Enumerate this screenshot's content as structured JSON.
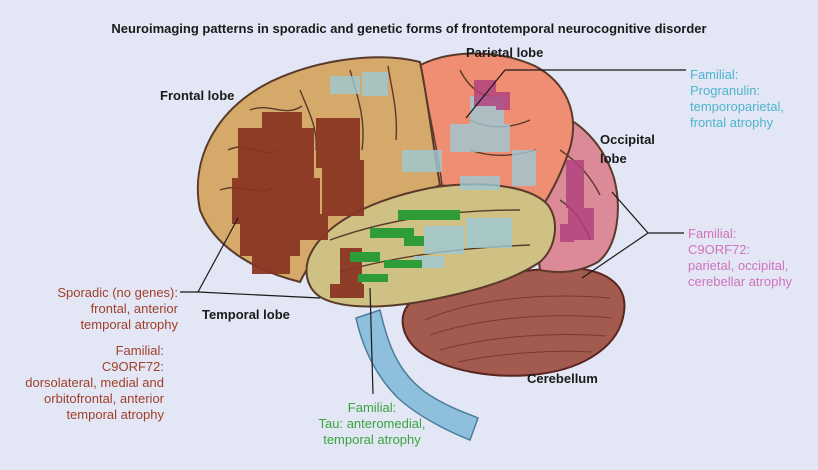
{
  "title": "Neuroimaging patterns in sporadic and genetic forms of frontotemporal neurocognitive disorder",
  "lobes": {
    "frontal": "Frontal lobe",
    "parietal": "Parietal lobe",
    "occipital": "Occipital\nlobe",
    "temporal": "Temporal lobe",
    "cerebellum": "Cerebellum"
  },
  "annotations": {
    "progranulin": "Familial:\nProgranulin:\ntemporoparietal,\nfrontal atrophy",
    "c9orf72_posterior": "Familial:\nC9ORF72:\nparietal, occipital,\ncerebellar atrophy",
    "sporadic": "Sporadic (no genes):\nfrontal, anterior\ntemporal atrophy",
    "c9orf72_frontal": "Familial:\nC9ORF72:\ndorsolateral, medial and\norbitofrontal, anterior\ntemporal atrophy",
    "tau": "Familial:\nTau: anteromedial,\ntemporal atrophy"
  },
  "colors": {
    "background": "#e2e6f5",
    "frontal_tan": "#d4a96a",
    "parietal_salmon": "#ef8e72",
    "occipital_pink": "#dc8a97",
    "temporal_khaki": "#cfc184",
    "cerebellum": "#a35a4f",
    "brainstem": "#8ebfdc",
    "sporadic_red": "#a1402a",
    "progranulin_blue": "#4fb4cf",
    "c9_pink": "#d372bd",
    "tau_green": "#3aa53d"
  }
}
